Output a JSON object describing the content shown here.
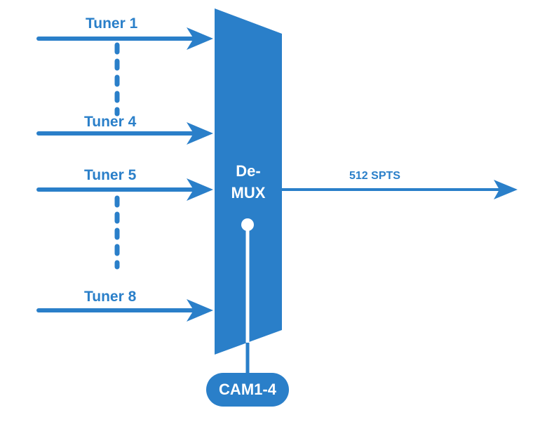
{
  "diagram": {
    "inputs": [
      "Tuner 1",
      "Tuner 4",
      "Tuner 5",
      "Tuner 8"
    ],
    "demux_label_line1": "De-",
    "demux_label_line2": "MUX",
    "output_label": "512 SPTS",
    "cam_label": "CAM1-4"
  },
  "colors": {
    "primary": "#2a7fc9",
    "text_on_primary": "#ffffff"
  }
}
